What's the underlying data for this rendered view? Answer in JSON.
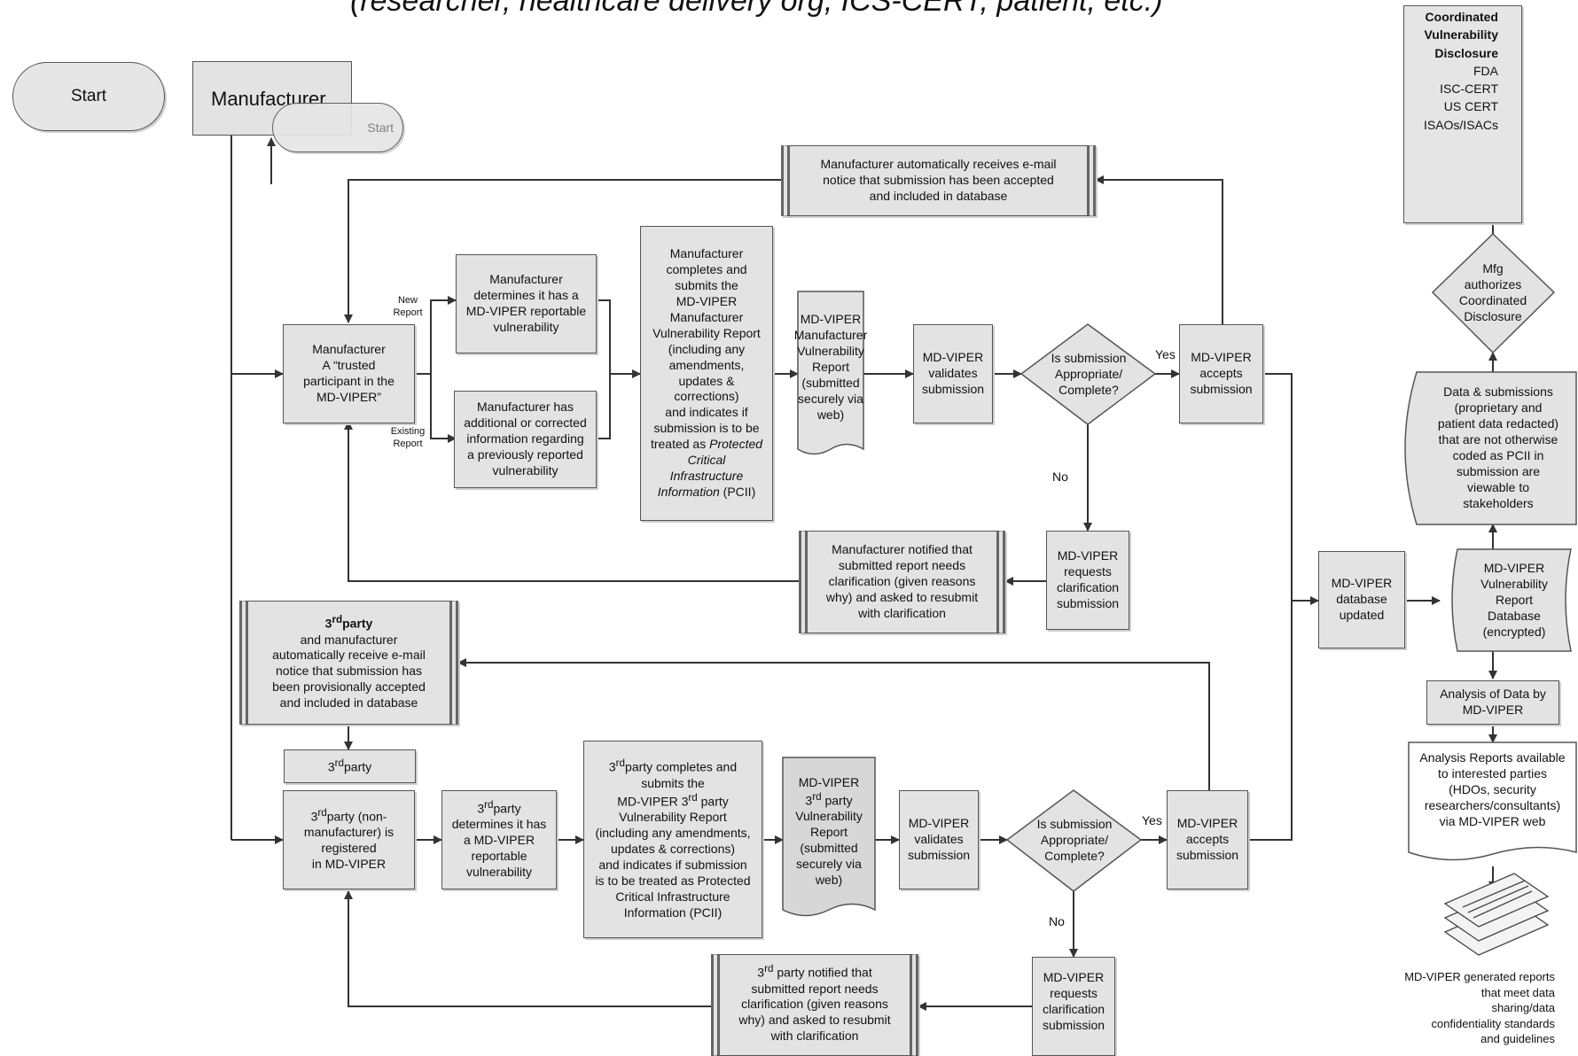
{
  "title": "(researcher, healthcare delivery org, ICS-CERT, patient, etc.)",
  "start": "Start",
  "manufacturer": "Manufacturer",
  "manufacturer_start": "Start",
  "trusted": [
    "Manufacturer",
    "A “trusted",
    "participant in the",
    "MD-VIPER”"
  ],
  "new_report": [
    "New",
    "Report"
  ],
  "existing_report": [
    "Existing",
    "Report"
  ],
  "determines": [
    "Manufacturer",
    "determines it has a",
    "MD-VIPER reportable",
    "vulnerability"
  ],
  "additional": [
    "Manufacturer has",
    "additional or corrected",
    "information regarding",
    "a previously reported",
    "vulnerability"
  ],
  "completes": {
    "lines": [
      "Manufacturer",
      "completes and",
      "submits the",
      "MD-VIPER",
      "Manufacturer",
      "Vulnerability Report",
      "(including any",
      "amendments,",
      "updates &",
      "corrections)",
      "and indicates if",
      "submission is to be"
    ],
    "treated_prefix": "treated as ",
    "italic": [
      "Protected",
      "Critical",
      "Infrastructure"
    ],
    "last_italic": "Information",
    "last_suffix": " (PCII)"
  },
  "mfr_report_doc": [
    "MD-VIPER",
    "Manufacturer",
    "Vulnerability",
    "Report",
    "(submitted",
    "securely via",
    "web)"
  ],
  "validates_top": [
    "MD-VIPER",
    "validates",
    "submission"
  ],
  "decision_top": [
    "Is submission",
    "Appropriate/",
    "Complete?"
  ],
  "yes_top": "Yes",
  "no_top": "No",
  "accepts_top": [
    "MD-VIPER",
    "accepts",
    "submission"
  ],
  "email_mfr": [
    "Manufacturer automatically receives e-mail",
    "notice that submission has been accepted",
    "and included in database"
  ],
  "notified_mfr": [
    "Manufacturer notified that",
    "submitted report needs",
    "clarification (given reasons",
    "why) and asked to resubmit",
    "with clarification"
  ],
  "requests_top": [
    "MD-VIPER",
    "requests",
    "clarification",
    "submission"
  ],
  "email_3rd": {
    "sup": "rd",
    "first_pre": "3",
    "first_post": "party",
    "lines": [
      "and manufacturer",
      "automatically receive e-mail",
      "notice that submission has",
      "been provisionally accepted",
      "and included in database"
    ]
  },
  "third_party": {
    "pre": "3",
    "sup": "rd",
    "post": "party"
  },
  "registered": {
    "pre": "3",
    "sup": "rd",
    "post": "party (non-",
    "lines": [
      "manufacturer) is",
      "registered",
      "in MD-VIPER"
    ]
  },
  "determines_3rd": {
    "pre": "3",
    "sup": "rd",
    "post": "party",
    "lines": [
      "determines it has",
      "a MD-VIPER",
      "reportable",
      "vulnerability"
    ]
  },
  "completes_3rd": {
    "pre": "3",
    "sup": "rd",
    "post": "party completes and",
    "l2": "submits the",
    "l3_pre": "MD-VIPER 3",
    "l3_sup": "rd",
    "l3_post": " party",
    "lines": [
      "Vulnerability Report",
      "(including any amendments,",
      "updates & corrections)",
      "and indicates if submission",
      "is to be treated as Protected",
      "Critical Infrastructure",
      "Information (PCII)"
    ]
  },
  "report_3rd_doc": {
    "l1": "MD-VIPER",
    "pre": "3",
    "sup": "rd",
    "post": " party",
    "lines": [
      "Vulnerability",
      "Report",
      "(submitted",
      "securely via",
      "web)"
    ]
  },
  "validates_bot": [
    "MD-VIPER",
    "validates",
    "submission"
  ],
  "decision_bot": [
    "Is submission",
    "Appropriate/",
    "Complete?"
  ],
  "yes_bot": "Yes",
  "no_bot": "No",
  "accepts_bot": [
    "MD-VIPER",
    "accepts",
    "submission"
  ],
  "notified_3rd": {
    "pre": "3",
    "sup": "rd",
    "post": " party notified that",
    "lines": [
      "submitted report needs",
      "clarification (given reasons",
      "why) and asked to resubmit",
      "with clarification"
    ]
  },
  "requests_bot": [
    "MD-VIPER",
    "requests",
    "clarification",
    "submission"
  ],
  "db_updated": [
    "MD-VIPER",
    "database",
    "updated"
  ],
  "database": [
    "MD-VIPER",
    "Vulnerability",
    "Report",
    "Database",
    "(encrypted)"
  ],
  "viewable": [
    "Data & submissions",
    "(proprietary and",
    "patient data redacted)",
    "that are not otherwise",
    "coded as PCII in",
    "submission are",
    "viewable to",
    "stakeholders"
  ],
  "authorizes": [
    "Mfg",
    "authorizes",
    "Coordinated",
    "Disclosure"
  ],
  "coordinated": {
    "bold": [
      "Coordinated",
      "Vulnerability",
      "Disclosure"
    ],
    "plain": [
      "FDA",
      "ISC-CERT",
      "US CERT",
      "ISAOs/ISACs"
    ]
  },
  "analysis": [
    "Analysis of Data by",
    "MD-VIPER"
  ],
  "analysis_reports": [
    "Analysis Reports available",
    "to interested parties",
    "(HDOs, security",
    "researchers/consultants)",
    "via MD-VIPER web"
  ],
  "generated": [
    "MD-VIPER generated reports",
    "that meet data",
    "sharing/data",
    "confidentiality standards",
    "and guidelines"
  ]
}
